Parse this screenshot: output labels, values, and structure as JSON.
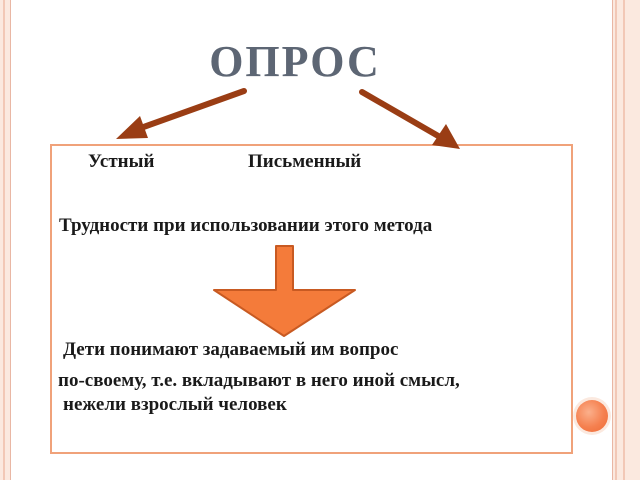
{
  "slide": {
    "title": "ОПРОС",
    "types": {
      "oral": "Устный",
      "written": "Письменный"
    },
    "difficulty_heading": "Трудности при использовании этого метода",
    "conclusion": {
      "line1": "Дети понимают задаваемый им вопрос",
      "line2": "по-своему, т.е. вкладывают в него иной смысл,",
      "line3": "нежели взрослый человек"
    }
  },
  "colors": {
    "title": "#5d6674",
    "box_border": "#f0a27a",
    "arrow_brown": "#9a3d14",
    "arrow_orange": "#f47b3a",
    "nav_circle": "#f5804f"
  }
}
